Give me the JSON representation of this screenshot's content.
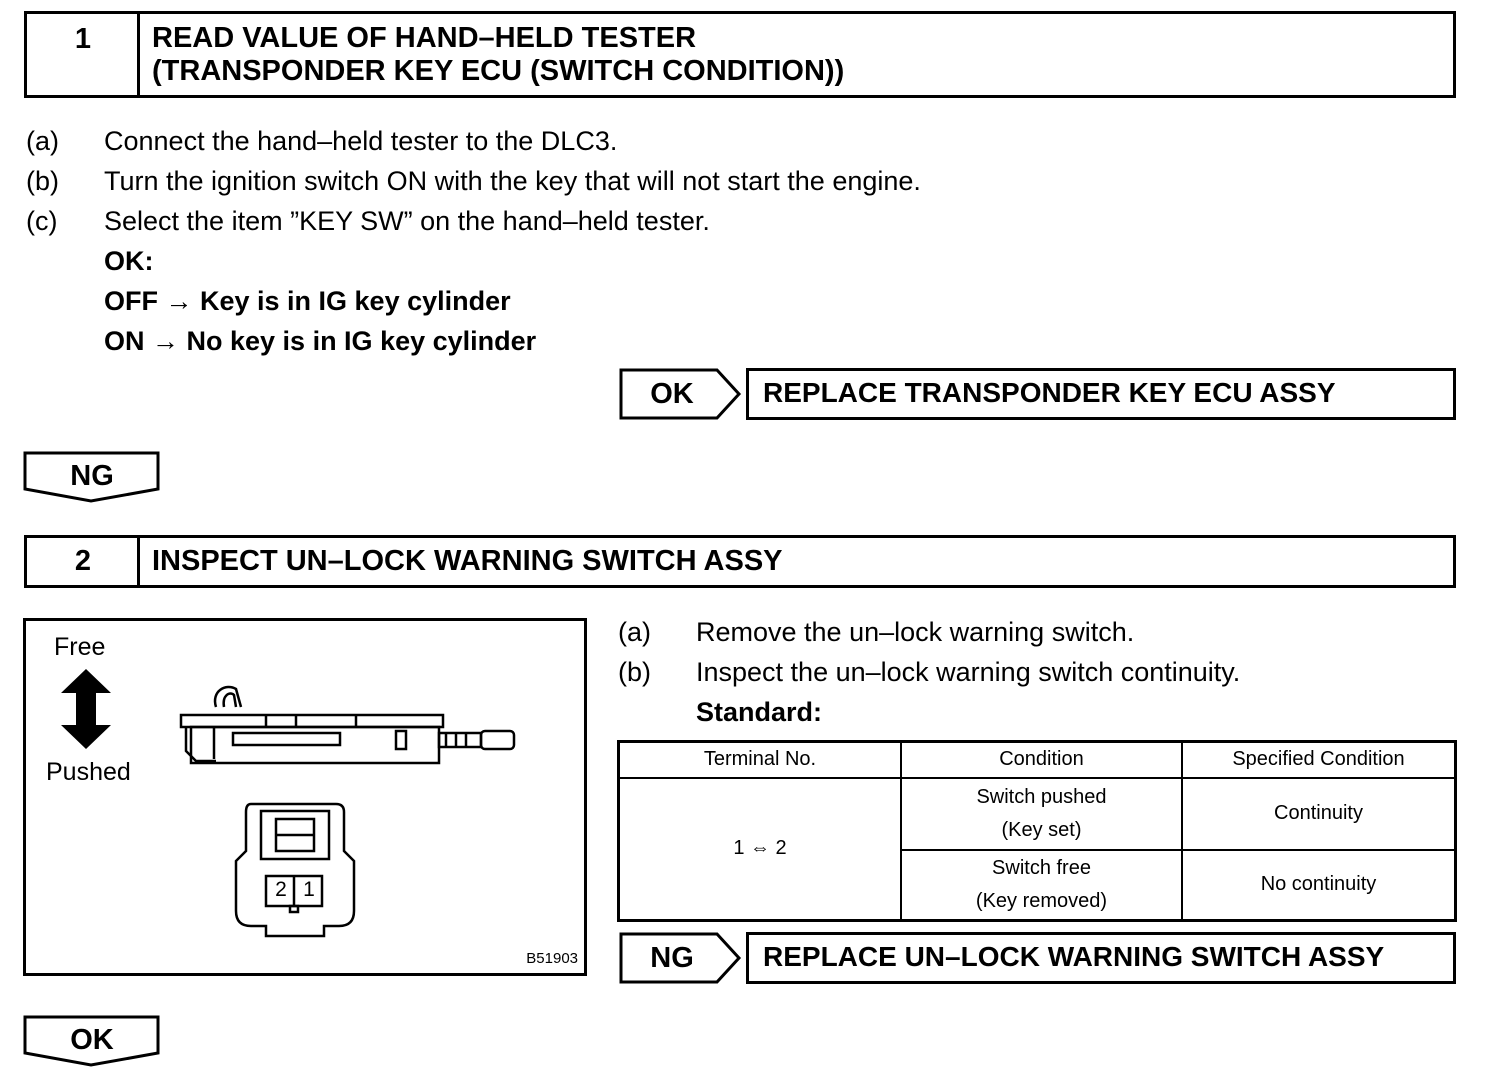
{
  "step1": {
    "number": "1",
    "title_line1": "READ VALUE OF HAND–HELD TESTER",
    "title_line2": "(TRANSPONDER KEY ECU (SWITCH CONDITION))",
    "items": [
      {
        "marker": "(a)",
        "text": "Connect the hand–held tester to the DLC3."
      },
      {
        "marker": "(b)",
        "text": "Turn the ignition switch ON with the key that will not start the engine."
      },
      {
        "marker": "(c)",
        "text": "Select the item ”KEY SW” on the hand–held tester."
      }
    ],
    "ok_heading": "OK:",
    "ok_line1": "OFF → Key is in IG key cylinder",
    "ok_line2": "ON → No key is in IG key cylinder",
    "result_label": "OK",
    "result_action": "REPLACE TRANSPONDER KEY ECU ASSY",
    "next_label": "NG"
  },
  "step2": {
    "number": "2",
    "title": "INSPECT UN–LOCK WARNING SWITCH ASSY",
    "figure": {
      "free_label": "Free",
      "pushed_label": "Pushed",
      "pin2": "2",
      "pin1": "1",
      "code": "B51903"
    },
    "items": [
      {
        "marker": "(a)",
        "text": "Remove the un–lock warning switch."
      },
      {
        "marker": "(b)",
        "text": "Inspect the un–lock warning switch continuity."
      }
    ],
    "standard_label": "Standard:",
    "table": {
      "headers": [
        "Terminal No.",
        "Condition",
        "Specified Condition"
      ],
      "terminal": "1 ⇔ 2",
      "rows": [
        {
          "cond1": "Switch pushed",
          "cond2": "(Key set)",
          "spec": "Continuity"
        },
        {
          "cond1": "Switch free",
          "cond2": "(Key removed)",
          "spec": "No continuity"
        }
      ]
    },
    "result_label": "NG",
    "result_action": "REPLACE UN–LOCK WARNING SWITCH ASSY",
    "next_label": "OK"
  }
}
